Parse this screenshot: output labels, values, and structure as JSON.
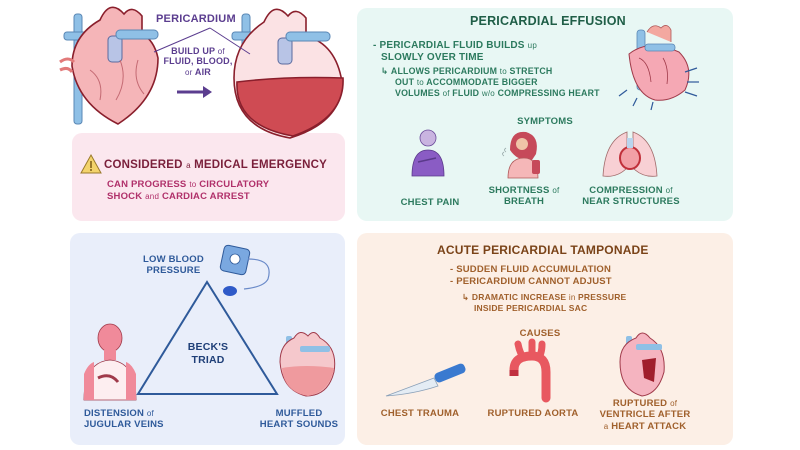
{
  "colors": {
    "background": "#ffffff",
    "pericardium_label": "#5b3d8f",
    "emergency_panel_bg": "#fbe7ee",
    "emergency_title": "#7a1f3a",
    "emergency_text": "#b0306a",
    "effusion_panel_bg": "#e8f7f4",
    "effusion_text": "#2c7a5e",
    "effusion_title": "#1f5e47",
    "beck_panel_bg": "#e9eefa",
    "beck_text": "#2f5a9a",
    "beck_title": "#1f3f78",
    "tamponade_panel_bg": "#fcefe6",
    "tamponade_text": "#a0602c",
    "tamponade_title": "#7a4318",
    "warning_yellow": "#f3d36b"
  },
  "top_left": {
    "pericardium_label": "PERICARDIUM",
    "buildup_line1": "BUILD UP",
    "buildup_of": "of",
    "buildup_line2": "FLUID, BLOOD,",
    "buildup_line3_or": "or",
    "buildup_line3": "AIR",
    "arrow_icon": "right-arrow",
    "emergency": {
      "icon": "warning-triangle",
      "title_a": "CONSIDERED",
      "title_conj": "a",
      "title_b": "MEDICAL EMERGENCY",
      "line1_a": "CAN PROGRESS",
      "line1_conj": "to",
      "line1_b": "CIRCULATORY",
      "line2_a": "SHOCK",
      "line2_conj": "and",
      "line2_b": "CARDIAC ARREST"
    }
  },
  "effusion": {
    "title": "PERICARDIAL EFFUSION",
    "bullet1_a": "- PERICARDIAL FLUID BUILDS",
    "bullet1_up": "up",
    "bullet1_b": "SLOWLY OVER TIME",
    "sub_arrow": "↳",
    "sub1_a": "ALLOWS PERICARDIUM",
    "sub1_to": "to",
    "sub1_b": "STRETCH",
    "sub2_a": "OUT",
    "sub2_to": "to",
    "sub2_b": "ACCOMMODATE BIGGER",
    "sub3_a": "VOLUMES",
    "sub3_of": "of",
    "sub3_b": "FLUID",
    "sub3_wo": "w/o",
    "sub3_c": "COMPRESSING HEART",
    "symptoms_heading": "SYMPTOMS",
    "symptoms": [
      {
        "label_a": "CHEST PAIN",
        "label_b": "",
        "icon": "person-chest-pain"
      },
      {
        "label_a": "SHORTNESS",
        "label_of": "of",
        "label_b": "BREATH",
        "icon": "person-short-breath"
      },
      {
        "label_a": "COMPRESSION",
        "label_of": "of",
        "label_b": "NEAR STRUCTURES",
        "icon": "lungs-heart"
      }
    ]
  },
  "beck": {
    "title_line1": "BECK'S",
    "title_line2": "TRIAD",
    "top_label_1": "LOW BLOOD",
    "top_label_2": "PRESSURE",
    "left_label_1a": "DISTENSION",
    "left_label_of": "of",
    "left_label_2": "JUGULAR VEINS",
    "right_label_1": "MUFFLED",
    "right_label_2": "HEART SOUNDS",
    "icons": [
      "blood-pressure-cuff",
      "person-jugular",
      "heart-muffled"
    ]
  },
  "tamponade": {
    "title": "ACUTE PERICARDIAL TAMPONADE",
    "bullet1": "- SUDDEN FLUID ACCUMULATION",
    "bullet2": "- PERICARDIUM CANNOT ADJUST",
    "sub_arrow": "↳",
    "sub1_a": "DRAMATIC INCREASE",
    "sub1_in": "in",
    "sub1_b": "PRESSURE",
    "sub2": "INSIDE PERICARDIAL SAC",
    "causes_heading": "CAUSES",
    "causes": [
      {
        "label_a": "CHEST TRAUMA",
        "icon": "knife"
      },
      {
        "label_a": "RUPTURED AORTA",
        "icon": "aorta"
      },
      {
        "label_a": "RUPTURED",
        "label_of": "of",
        "label_b": "VENTRICLE AFTER",
        "label_c_a": "a",
        "label_c": "HEART ATTACK",
        "icon": "ruptured-heart"
      }
    ]
  }
}
